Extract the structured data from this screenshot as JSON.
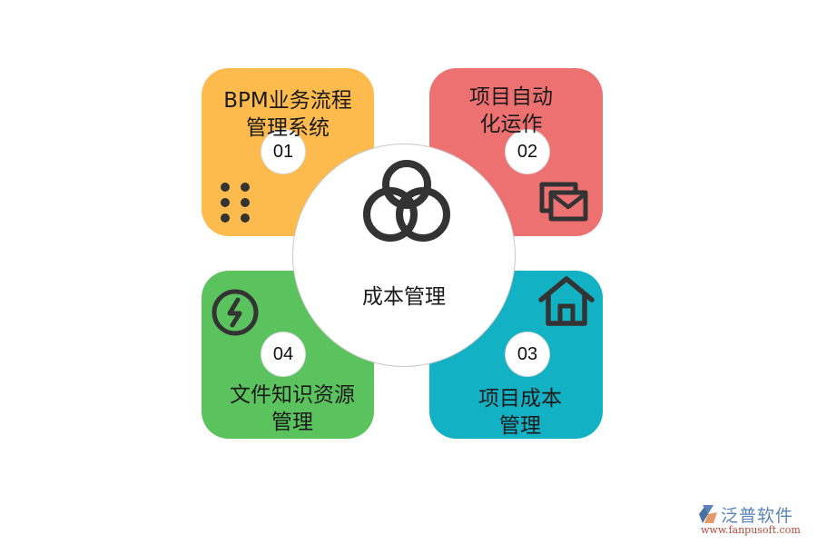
{
  "diagram": {
    "center": {
      "label": "成本管理",
      "icon": "three-circles-icon"
    },
    "cards": [
      {
        "number": "01",
        "title_line1": "BPM业务流程",
        "title_line2": "管理系统",
        "icon": "six-dots-grid-icon",
        "color": "#FDBA4D"
      },
      {
        "number": "02",
        "title_line1": "项目自动",
        "title_line2": "化运作",
        "icon": "stacked-mail-icon",
        "color": "#EE7171"
      },
      {
        "number": "03",
        "title_line1": "项目成本",
        "title_line2": "管理",
        "icon": "house-icon",
        "color": "#12B1C4"
      },
      {
        "number": "04",
        "title_line1": "文件知识资源",
        "title_line2": "管理",
        "icon": "lightning-circle-icon",
        "color": "#5BC35E"
      }
    ],
    "icon_color": "#333333"
  },
  "watermark": {
    "brand": "泛普软件",
    "url": "www.fanpusoft.com"
  }
}
